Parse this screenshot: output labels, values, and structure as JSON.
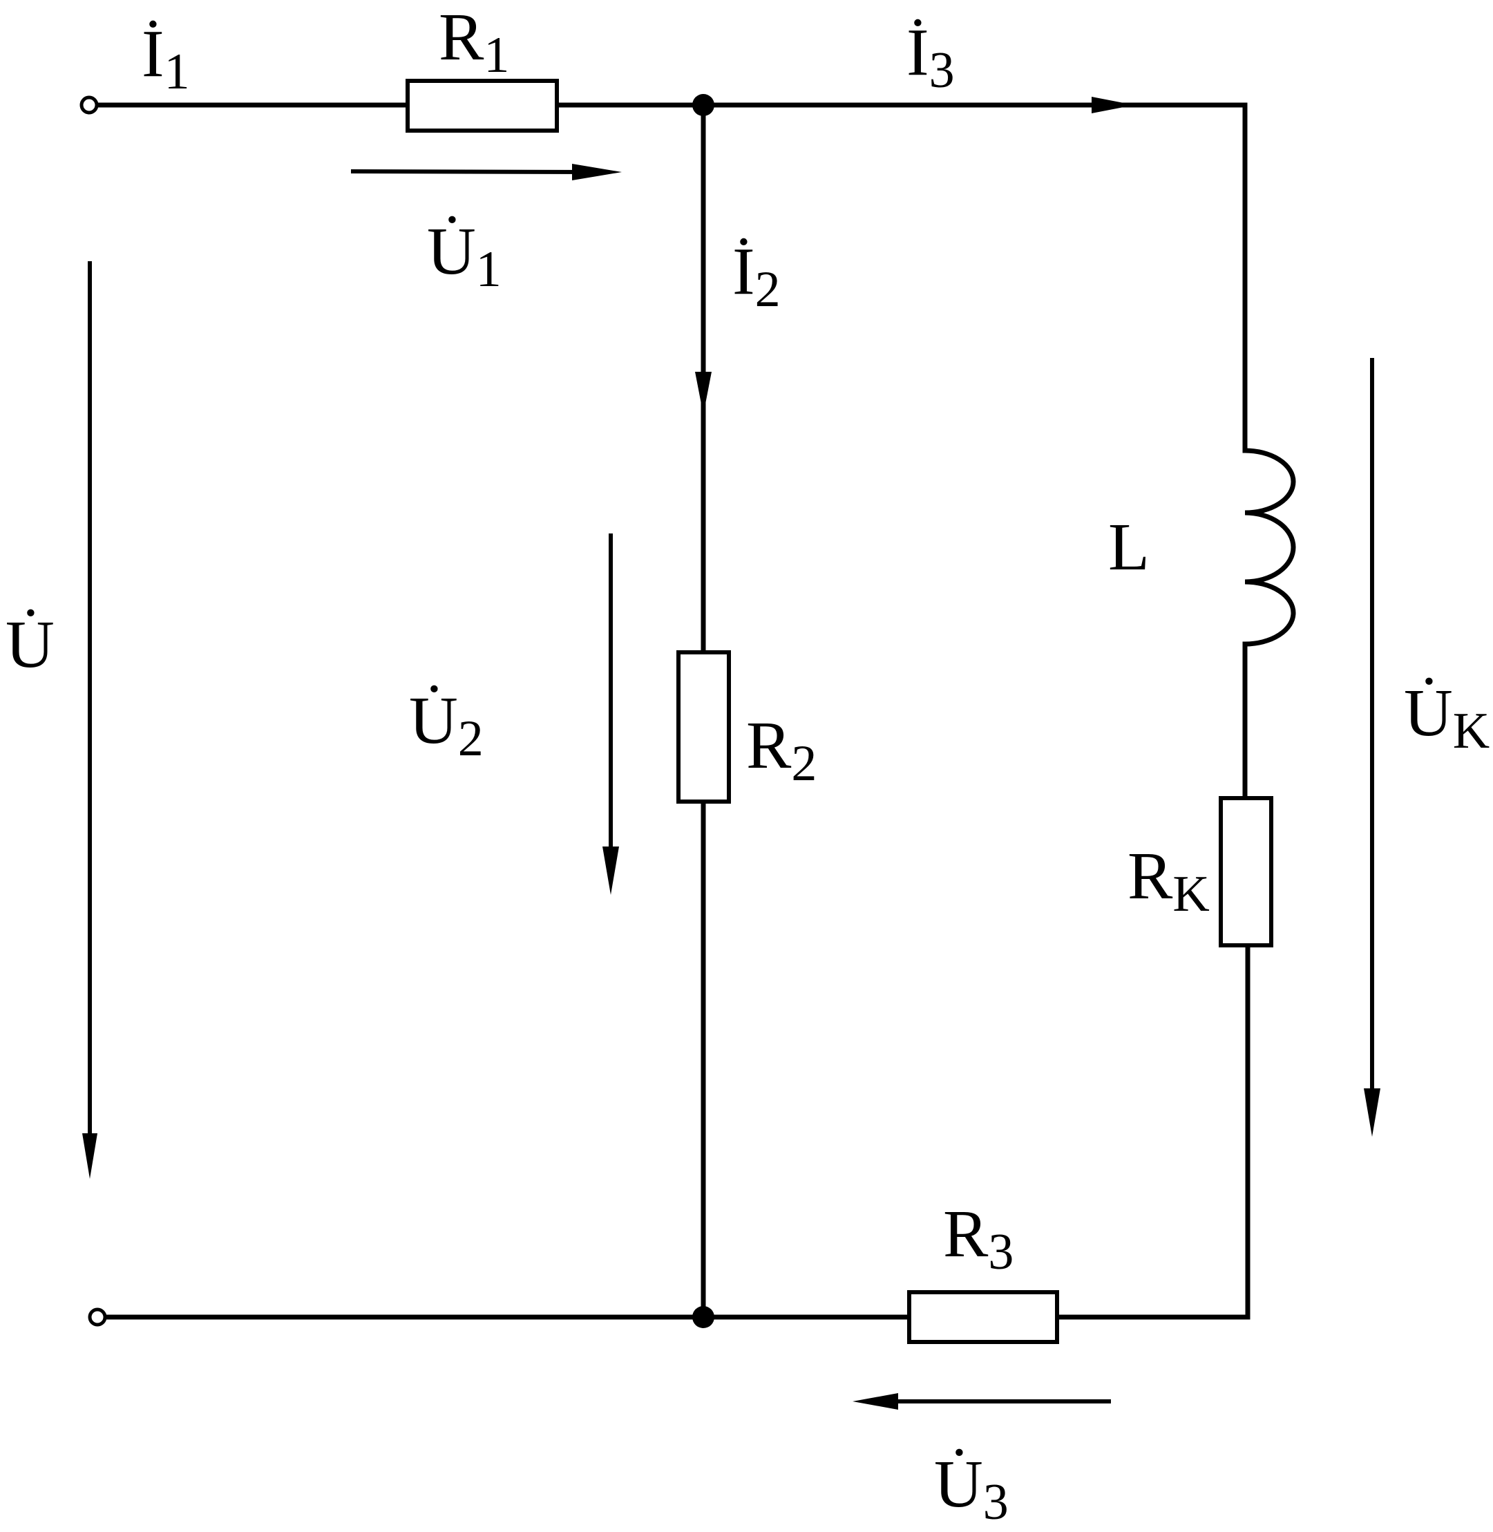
{
  "labels": {
    "i1": {
      "base": "İ",
      "sub": "1"
    },
    "r1": {
      "base": "R",
      "sub": "1"
    },
    "i3": {
      "base": "İ",
      "sub": "3"
    },
    "u1": {
      "base": "U̇",
      "sub": "1"
    },
    "i2": {
      "base": "İ",
      "sub": "2"
    },
    "u": {
      "base": "U̇",
      "sub": ""
    },
    "u2": {
      "base": "U̇",
      "sub": "2"
    },
    "r2": {
      "base": "R",
      "sub": "2"
    },
    "l": {
      "base": "L",
      "sub": ""
    },
    "uk": {
      "base": "U̇",
      "sub": "K"
    },
    "rk": {
      "base": "R",
      "sub": "K"
    },
    "r3": {
      "base": "R",
      "sub": "3"
    },
    "u3": {
      "base": "U̇",
      "sub": "3"
    }
  },
  "colors": {
    "stroke": "#000000",
    "background": "#ffffff"
  }
}
